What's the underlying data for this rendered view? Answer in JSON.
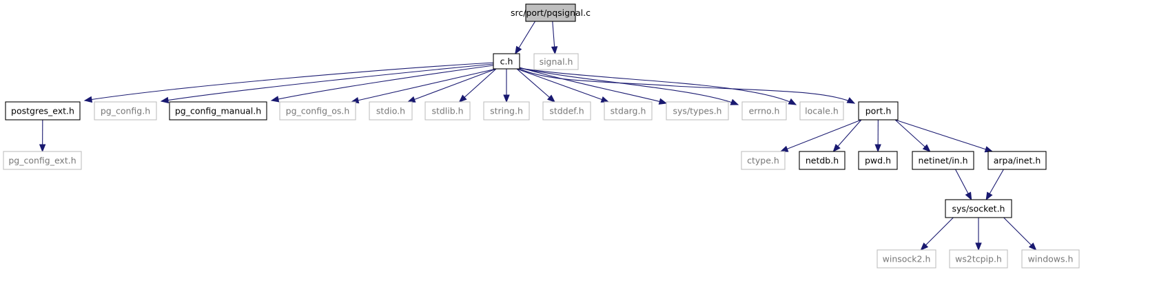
{
  "graph": {
    "title": "src/port/pqsignal.c",
    "edge_color": "#191970",
    "root_fill": "#bfbfbf",
    "missing_border": "#bfbfbf",
    "nodes": [
      {
        "id": "root",
        "label": "src/port/pqsignal.c",
        "kind": "root"
      },
      {
        "id": "c_h",
        "label": "c.h",
        "kind": "documented"
      },
      {
        "id": "signal_h",
        "label": "signal.h",
        "kind": "external"
      },
      {
        "id": "postgres_ext_h",
        "label": "postgres_ext.h",
        "kind": "documented"
      },
      {
        "id": "pg_config_h",
        "label": "pg_config.h",
        "kind": "external"
      },
      {
        "id": "pg_config_manual_h",
        "label": "pg_config_manual.h",
        "kind": "documented"
      },
      {
        "id": "pg_config_os_h",
        "label": "pg_config_os.h",
        "kind": "external"
      },
      {
        "id": "stdio_h",
        "label": "stdio.h",
        "kind": "external"
      },
      {
        "id": "stdlib_h",
        "label": "stdlib.h",
        "kind": "external"
      },
      {
        "id": "string_h",
        "label": "string.h",
        "kind": "external"
      },
      {
        "id": "stddef_h",
        "label": "stddef.h",
        "kind": "external"
      },
      {
        "id": "stdarg_h",
        "label": "stdarg.h",
        "kind": "external"
      },
      {
        "id": "sys_types_h",
        "label": "sys/types.h",
        "kind": "external"
      },
      {
        "id": "errno_h",
        "label": "errno.h",
        "kind": "external"
      },
      {
        "id": "locale_h",
        "label": "locale.h",
        "kind": "external"
      },
      {
        "id": "port_h",
        "label": "port.h",
        "kind": "documented"
      },
      {
        "id": "pg_config_ext_h",
        "label": "pg_config_ext.h",
        "kind": "external"
      },
      {
        "id": "ctype_h",
        "label": "ctype.h",
        "kind": "external"
      },
      {
        "id": "netdb_h",
        "label": "netdb.h",
        "kind": "documented"
      },
      {
        "id": "pwd_h",
        "label": "pwd.h",
        "kind": "documented"
      },
      {
        "id": "netinet_in_h",
        "label": "netinet/in.h",
        "kind": "documented"
      },
      {
        "id": "arpa_inet_h",
        "label": "arpa/inet.h",
        "kind": "documented"
      },
      {
        "id": "sys_socket_h",
        "label": "sys/socket.h",
        "kind": "documented"
      },
      {
        "id": "winsock2_h",
        "label": "winsock2.h",
        "kind": "external"
      },
      {
        "id": "ws2tcpip_h",
        "label": "ws2tcpip.h",
        "kind": "external"
      },
      {
        "id": "windows_h",
        "label": "windows.h",
        "kind": "external"
      }
    ],
    "edges": [
      [
        "root",
        "c_h"
      ],
      [
        "root",
        "signal_h"
      ],
      [
        "c_h",
        "postgres_ext_h"
      ],
      [
        "c_h",
        "pg_config_h"
      ],
      [
        "c_h",
        "pg_config_manual_h"
      ],
      [
        "c_h",
        "pg_config_os_h"
      ],
      [
        "c_h",
        "stdio_h"
      ],
      [
        "c_h",
        "stdlib_h"
      ],
      [
        "c_h",
        "string_h"
      ],
      [
        "c_h",
        "stddef_h"
      ],
      [
        "c_h",
        "stdarg_h"
      ],
      [
        "c_h",
        "sys_types_h"
      ],
      [
        "c_h",
        "errno_h"
      ],
      [
        "c_h",
        "locale_h"
      ],
      [
        "c_h",
        "port_h"
      ],
      [
        "postgres_ext_h",
        "pg_config_ext_h"
      ],
      [
        "port_h",
        "ctype_h"
      ],
      [
        "port_h",
        "netdb_h"
      ],
      [
        "port_h",
        "pwd_h"
      ],
      [
        "port_h",
        "netinet_in_h"
      ],
      [
        "port_h",
        "arpa_inet_h"
      ],
      [
        "netinet_in_h",
        "sys_socket_h"
      ],
      [
        "arpa_inet_h",
        "sys_socket_h"
      ],
      [
        "sys_socket_h",
        "winsock2_h"
      ],
      [
        "sys_socket_h",
        "ws2tcpip_h"
      ],
      [
        "sys_socket_h",
        "windows_h"
      ]
    ]
  }
}
